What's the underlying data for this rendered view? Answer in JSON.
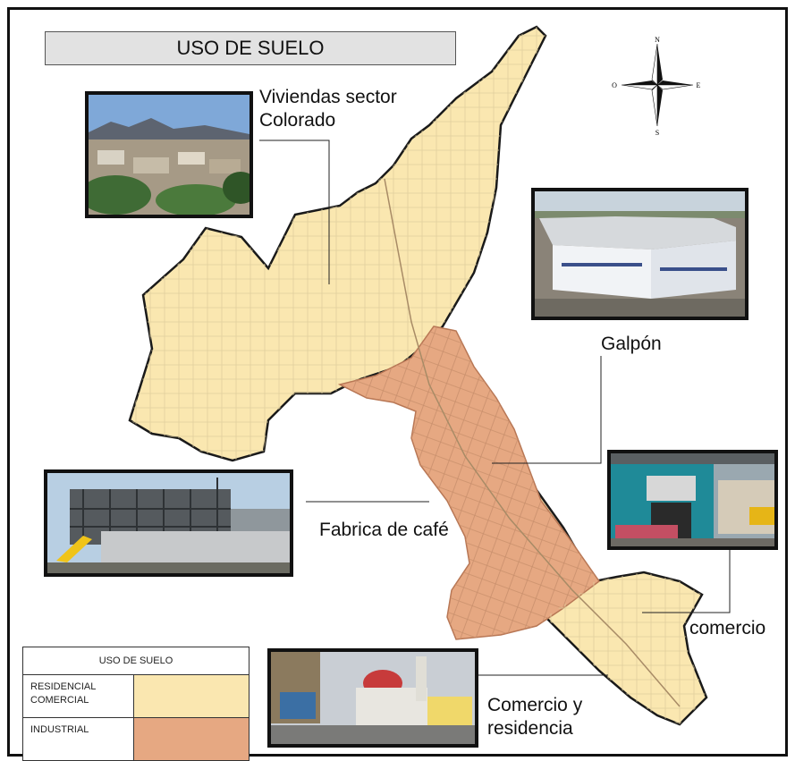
{
  "title": "USO DE SUELO",
  "colors": {
    "residencial": "#fae7b0",
    "industrial": "#e6a882",
    "outline": "#1a1a1a",
    "streets": "#d9c89d",
    "streets_industrial": "#bf8a68"
  },
  "compass": {
    "north": "N",
    "south": "S",
    "east": "E",
    "west": "O"
  },
  "labels": {
    "viviendas_line1": "Viviendas sector",
    "viviendas_line2": "Colorado",
    "galpon": "Galpón",
    "fabrica": "Fabrica de café",
    "comercio": "comercio",
    "comercio_res_line1": "Comercio y",
    "comercio_res_line2": "residencia"
  },
  "photos": {
    "viviendas": "photo-houses-colorado",
    "galpon": "photo-warehouse",
    "fabrica": "photo-coffee-factory",
    "comercio": "photo-shop",
    "comercio_residencia": "photo-church-street"
  },
  "legend": {
    "header": "USO DE SUELO",
    "items": [
      {
        "label_line1": "RESIDENCIAL",
        "label_line2": "COMERCIAL",
        "color": "#fae7b0"
      },
      {
        "label_line1": "INDUSTRIAL",
        "label_line2": "",
        "color": "#e6a882"
      }
    ]
  }
}
